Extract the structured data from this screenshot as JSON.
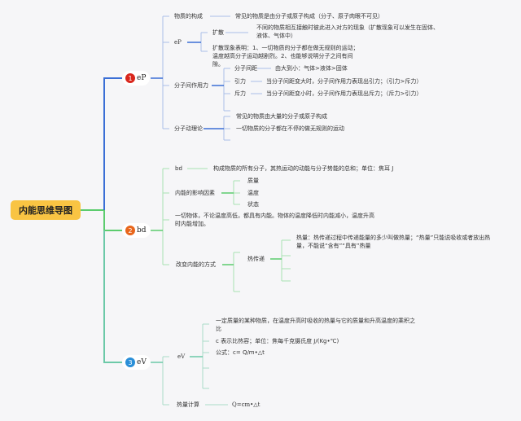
{
  "root": {
    "label": "内能思维导图",
    "color": "#f9c443"
  },
  "branches": [
    {
      "number": "1",
      "label": "eP",
      "badge_color": "#d9261c",
      "line_color": "#3b6fd6",
      "sub_color": "#a9bfe8",
      "children": [
        {
          "label": "物质的构成",
          "items": [
            "常见的物质是由分子或原子构成（分子、原子肉眼不可见）"
          ]
        },
        {
          "label": "eP",
          "items": [
            {
              "label": "扩散",
              "detail": "不同的物质相互接触时彼此进入对方的现象（扩散现象可以发生在固体、液体、气体中）"
            },
            "扩散现象表明：1、一切物质的分子都在做无规则的运动；温度越高分子运动越剧烈。2、也能够说明分子之间有间隙。"
          ]
        },
        {
          "label": "分子间作用力",
          "items": [
            {
              "label": "分子间距",
              "detail": "由大到小：气体>液体>固体"
            },
            {
              "label": "引力",
              "detail": "当分子间距变大时，分子间作用力表现出引力；（引力>斥力）"
            },
            {
              "label": "斥力",
              "detail": "当分子间距变小时，分子间作用力表现出斥力；（斥力>引力）"
            }
          ]
        },
        {
          "label": "分子动理论",
          "items": [
            "常见的物质由大量的分子或原子构成",
            "一切物质的分子都在不停的做无规则的运动"
          ]
        }
      ]
    },
    {
      "number": "2",
      "label": "bd",
      "badge_color": "#e8661c",
      "line_color": "#5ccc6e",
      "sub_color": "#a8e2b2",
      "children": [
        {
          "label": "bd",
          "items": [
            "构成物质的所有分子，其热运动的动能与分子势能的总和；单位：焦耳 J"
          ]
        },
        {
          "label": "内能的影响因素",
          "items": [
            "质量",
            "温度",
            "状态"
          ]
        },
        {
          "label": "一切物体，不论温度高低，都具有内能。物体的温度降低时内能减小，温度升高时内能增加。"
        },
        {
          "label": "改变内能的方式",
          "items": [
            {
              "label": "热传递",
              "detail": "热量：热传递过程中传递能量的多少叫做热量；“热量”只能说吸收或者放出热量，不能说“含有”“具有”热量"
            }
          ]
        }
      ]
    },
    {
      "number": "3",
      "label": "eV",
      "badge_color": "#2a8fd8",
      "line_color": "#6cc9a8",
      "sub_color": "#a9dcc9",
      "children": [
        {
          "label": "eV",
          "items": [
            "一定质量的某种物质，在温度升高时吸收的热量与它的质量和升高温度的乘积之比",
            "c 表示比热容；单位：焦每千克摄氏度 J/(Kg•℃)",
            "公式：c= Q/m•△t"
          ]
        },
        {
          "label": "热量计算",
          "items": [
            "Q=cm•△t"
          ]
        }
      ]
    }
  ]
}
